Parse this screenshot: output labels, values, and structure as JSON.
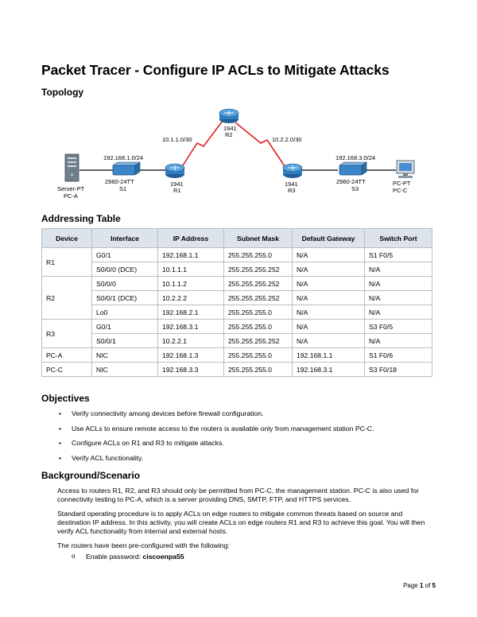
{
  "title": "Packet Tracer - Configure IP ACLs to Mitigate Attacks",
  "sections": {
    "topology": "Topology",
    "addressing": "Addressing Table",
    "objectives": "Objectives",
    "background": "Background/Scenario"
  },
  "topology": {
    "devices": {
      "server": {
        "name": "Server-PT",
        "label": "PC-A"
      },
      "s1": {
        "model": "2960-24TT",
        "label": "S1"
      },
      "r1": {
        "model": "1941",
        "label": "R1"
      },
      "r2": {
        "model": "1941",
        "label": "R2"
      },
      "r3": {
        "model": "1941",
        "label": "R3"
      },
      "s3": {
        "model": "2960-24TT",
        "label": "S3"
      },
      "pcc": {
        "name": "PC-PT",
        "label": "PC-C"
      }
    },
    "networks": {
      "lan1": "192.168.1.0/24",
      "wan1": "10.1.1.0/30",
      "wan2": "10.2.2.0/30",
      "lan3": "192.168.3.0/24"
    },
    "colors": {
      "serial_link": "#e02020",
      "ethernet_link": "#000000",
      "router": "#2f7fc4",
      "switch": "#2f7fc4"
    }
  },
  "addressing_table": {
    "headers": [
      "Device",
      "Interface",
      "IP Address",
      "Subnet Mask",
      "Default Gateway",
      "Switch Port"
    ],
    "groups": [
      {
        "device": "R1",
        "rows": [
          [
            "G0/1",
            "192.168.1.1",
            "255.255.255.0",
            "N/A",
            "S1 F0/5"
          ],
          [
            "S0/0/0 (DCE)",
            "10.1.1.1",
            "255.255.255.252",
            "N/A",
            "N/A"
          ]
        ]
      },
      {
        "device": "R2",
        "rows": [
          [
            "S0/0/0",
            "10.1.1.2",
            "255.255.255.252",
            "N/A",
            "N/A"
          ],
          [
            "S0/0/1 (DCE)",
            "10.2.2.2",
            "255.255.255.252",
            "N/A",
            "N/A"
          ],
          [
            "Lo0",
            "192.168.2.1",
            "255.255.255.0",
            "N/A",
            "N/A"
          ]
        ]
      },
      {
        "device": "R3",
        "rows": [
          [
            "G0/1",
            "192.168.3.1",
            "255.255.255.0",
            "N/A",
            "S3 F0/5"
          ],
          [
            "S0/0/1",
            "10.2.2.1",
            "255.255.255.252",
            "N/A",
            "N/A"
          ]
        ]
      },
      {
        "device": "PC-A",
        "rows": [
          [
            "NIC",
            "192.168.1.3",
            "255.255.255.0",
            "192.168.1.1",
            "S1 F0/6"
          ]
        ]
      },
      {
        "device": "PC-C",
        "rows": [
          [
            "NIC",
            "192.168.3.3",
            "255.255.255.0",
            "192.168.3.1",
            "S3 F0/18"
          ]
        ]
      }
    ]
  },
  "objectives": [
    "Verify connectivity among devices before firewall configuration.",
    "Use ACLs to ensure remote access to the routers is available only from management station PC-C.",
    "Configure ACLs on R1 and R3 to mitigate attacks.",
    "Verify ACL functionality."
  ],
  "bullet": "•",
  "background": [
    "Access to routers R1, R2, and R3 should only be permitted from PC-C, the management station. PC-C is also used for connectivity testing to PC-A, which is a server providing DNS, SMTP, FTP, and HTTPS services.",
    "Standard operating procedure is to apply ACLs on edge routers to mitigate common threats based on source and destination IP address. In this activity, you will create ACLs on edge routers R1 and R3 to achieve this goal. You will then verify ACL functionality from internal and external hosts.",
    "The routers have been pre-configured with the following:"
  ],
  "subitem": {
    "marker": "o",
    "label": "Enable password: ",
    "value": "ciscoenpa55"
  },
  "footer": {
    "prefix": "Page ",
    "page": "1",
    "sep": " of ",
    "total": "5"
  }
}
